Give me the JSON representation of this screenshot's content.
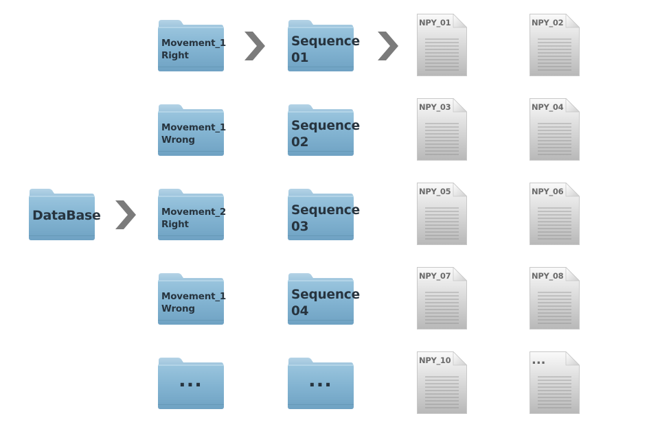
{
  "diagram": {
    "root": {
      "label": "DataBase"
    },
    "movements": [
      {
        "line1": "Movement_1",
        "line2": "Right"
      },
      {
        "line1": "Movement_1",
        "line2": "Wrong"
      },
      {
        "line1": "Movement_2",
        "line2": "Right"
      },
      {
        "line1": "Movement_1",
        "line2": "Wrong"
      },
      {
        "label": "..."
      }
    ],
    "sequences": [
      {
        "line1": "Sequence",
        "line2": "01"
      },
      {
        "line1": "Sequence",
        "line2": "02"
      },
      {
        "line1": "Sequence",
        "line2": "03"
      },
      {
        "line1": "Sequence",
        "line2": "04"
      },
      {
        "label": "..."
      }
    ],
    "files": [
      "NPY_01",
      "NPY_02",
      "NPY_03",
      "NPY_04",
      "NPY_05",
      "NPY_06",
      "NPY_07",
      "NPY_08",
      "NPY_10",
      "..."
    ],
    "colors": {
      "folder_body": "#7aaccb",
      "folder_body_light": "#8fbcd8",
      "folder_tab": "#a9cde3",
      "folder_text": "#27343f",
      "arrow": "#7b7b7b",
      "doc_light": "#f7f7f7",
      "doc_dark": "#bdbdbd"
    }
  }
}
